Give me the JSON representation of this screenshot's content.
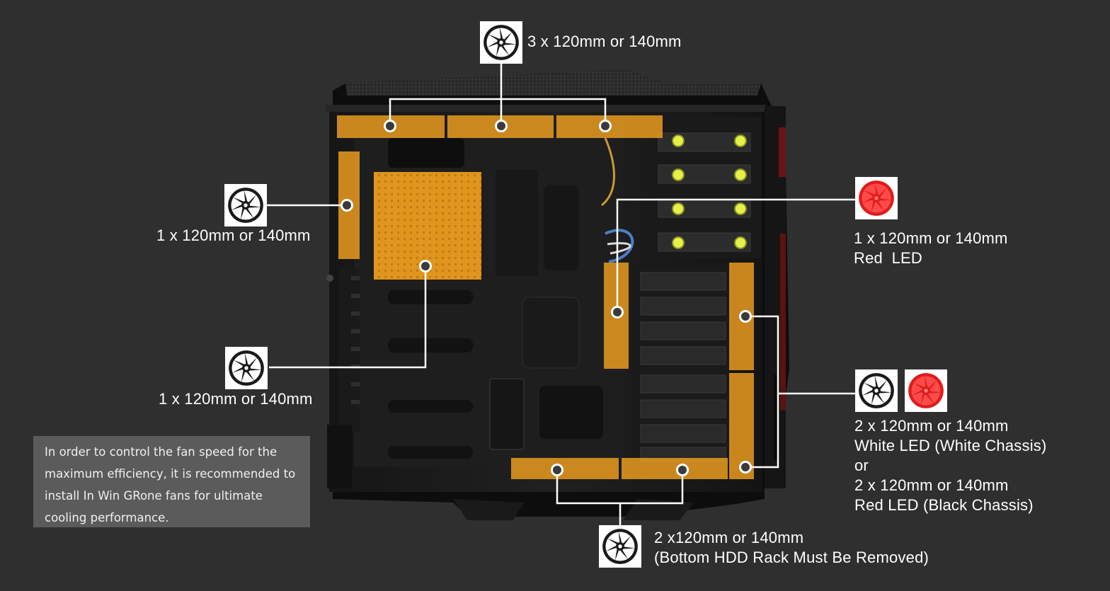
{
  "labels": {
    "top": "3 x 120mm or 140mm",
    "rear": "1 x 120mm or 140mm",
    "side_panel": "1 x 120mm or 140mm",
    "front_top": {
      "line1": "1 x 120mm or 140mm",
      "line2": "Red  LED"
    },
    "front_mid": {
      "line1": "2 x 120mm or 140mm",
      "line2": "White LED (White Chassis)",
      "line3": "or",
      "line4": "2 x 120mm or 140mm",
      "line5": "Red LED (Black Chassis)"
    },
    "bottom": {
      "line1": "2 x120mm or 140mm",
      "line2": "(Bottom HDD Rack Must Be Removed)"
    }
  },
  "note": {
    "lines": [
      "In order to control the fan speed for the",
      "maximum efficiency, it is recommended to",
      "install In Win GRone fans for ultimate",
      "cooling performance."
    ]
  },
  "icons": {
    "white_fan": "white-fan-icon",
    "red_fan": "red-led-fan-icon"
  },
  "colors": {
    "background": "#2f2f2f",
    "fan_zone": "#f0a01e",
    "connector": "#ffffff",
    "red_led": "#e01b1b",
    "note_box": "#5b5b5b",
    "hdd_led": "#e6f04a"
  }
}
